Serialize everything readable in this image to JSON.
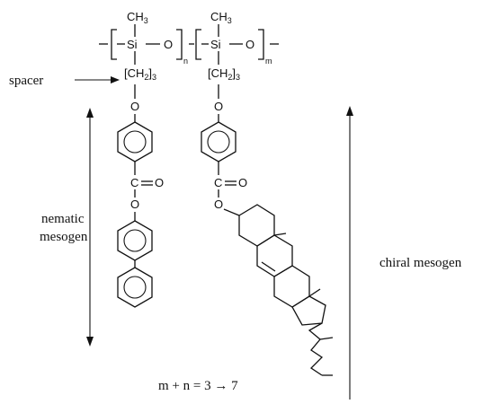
{
  "labels": {
    "spacer": "spacer",
    "nematic_line1": "nematic",
    "nematic_line2": "mesogen",
    "chiral": "chiral mesogen",
    "formula": "m + n = 3 → 7"
  },
  "chem": {
    "methyl": "CH",
    "methyl_sub": "3",
    "silicon": "Si",
    "oxygen": "O",
    "carbon": "C",
    "spacer_group": "[CH",
    "spacer_sub_2": "2",
    "spacer_close": "]",
    "spacer_sub_3": "3",
    "sub_n": "n",
    "sub_m": "m"
  }
}
